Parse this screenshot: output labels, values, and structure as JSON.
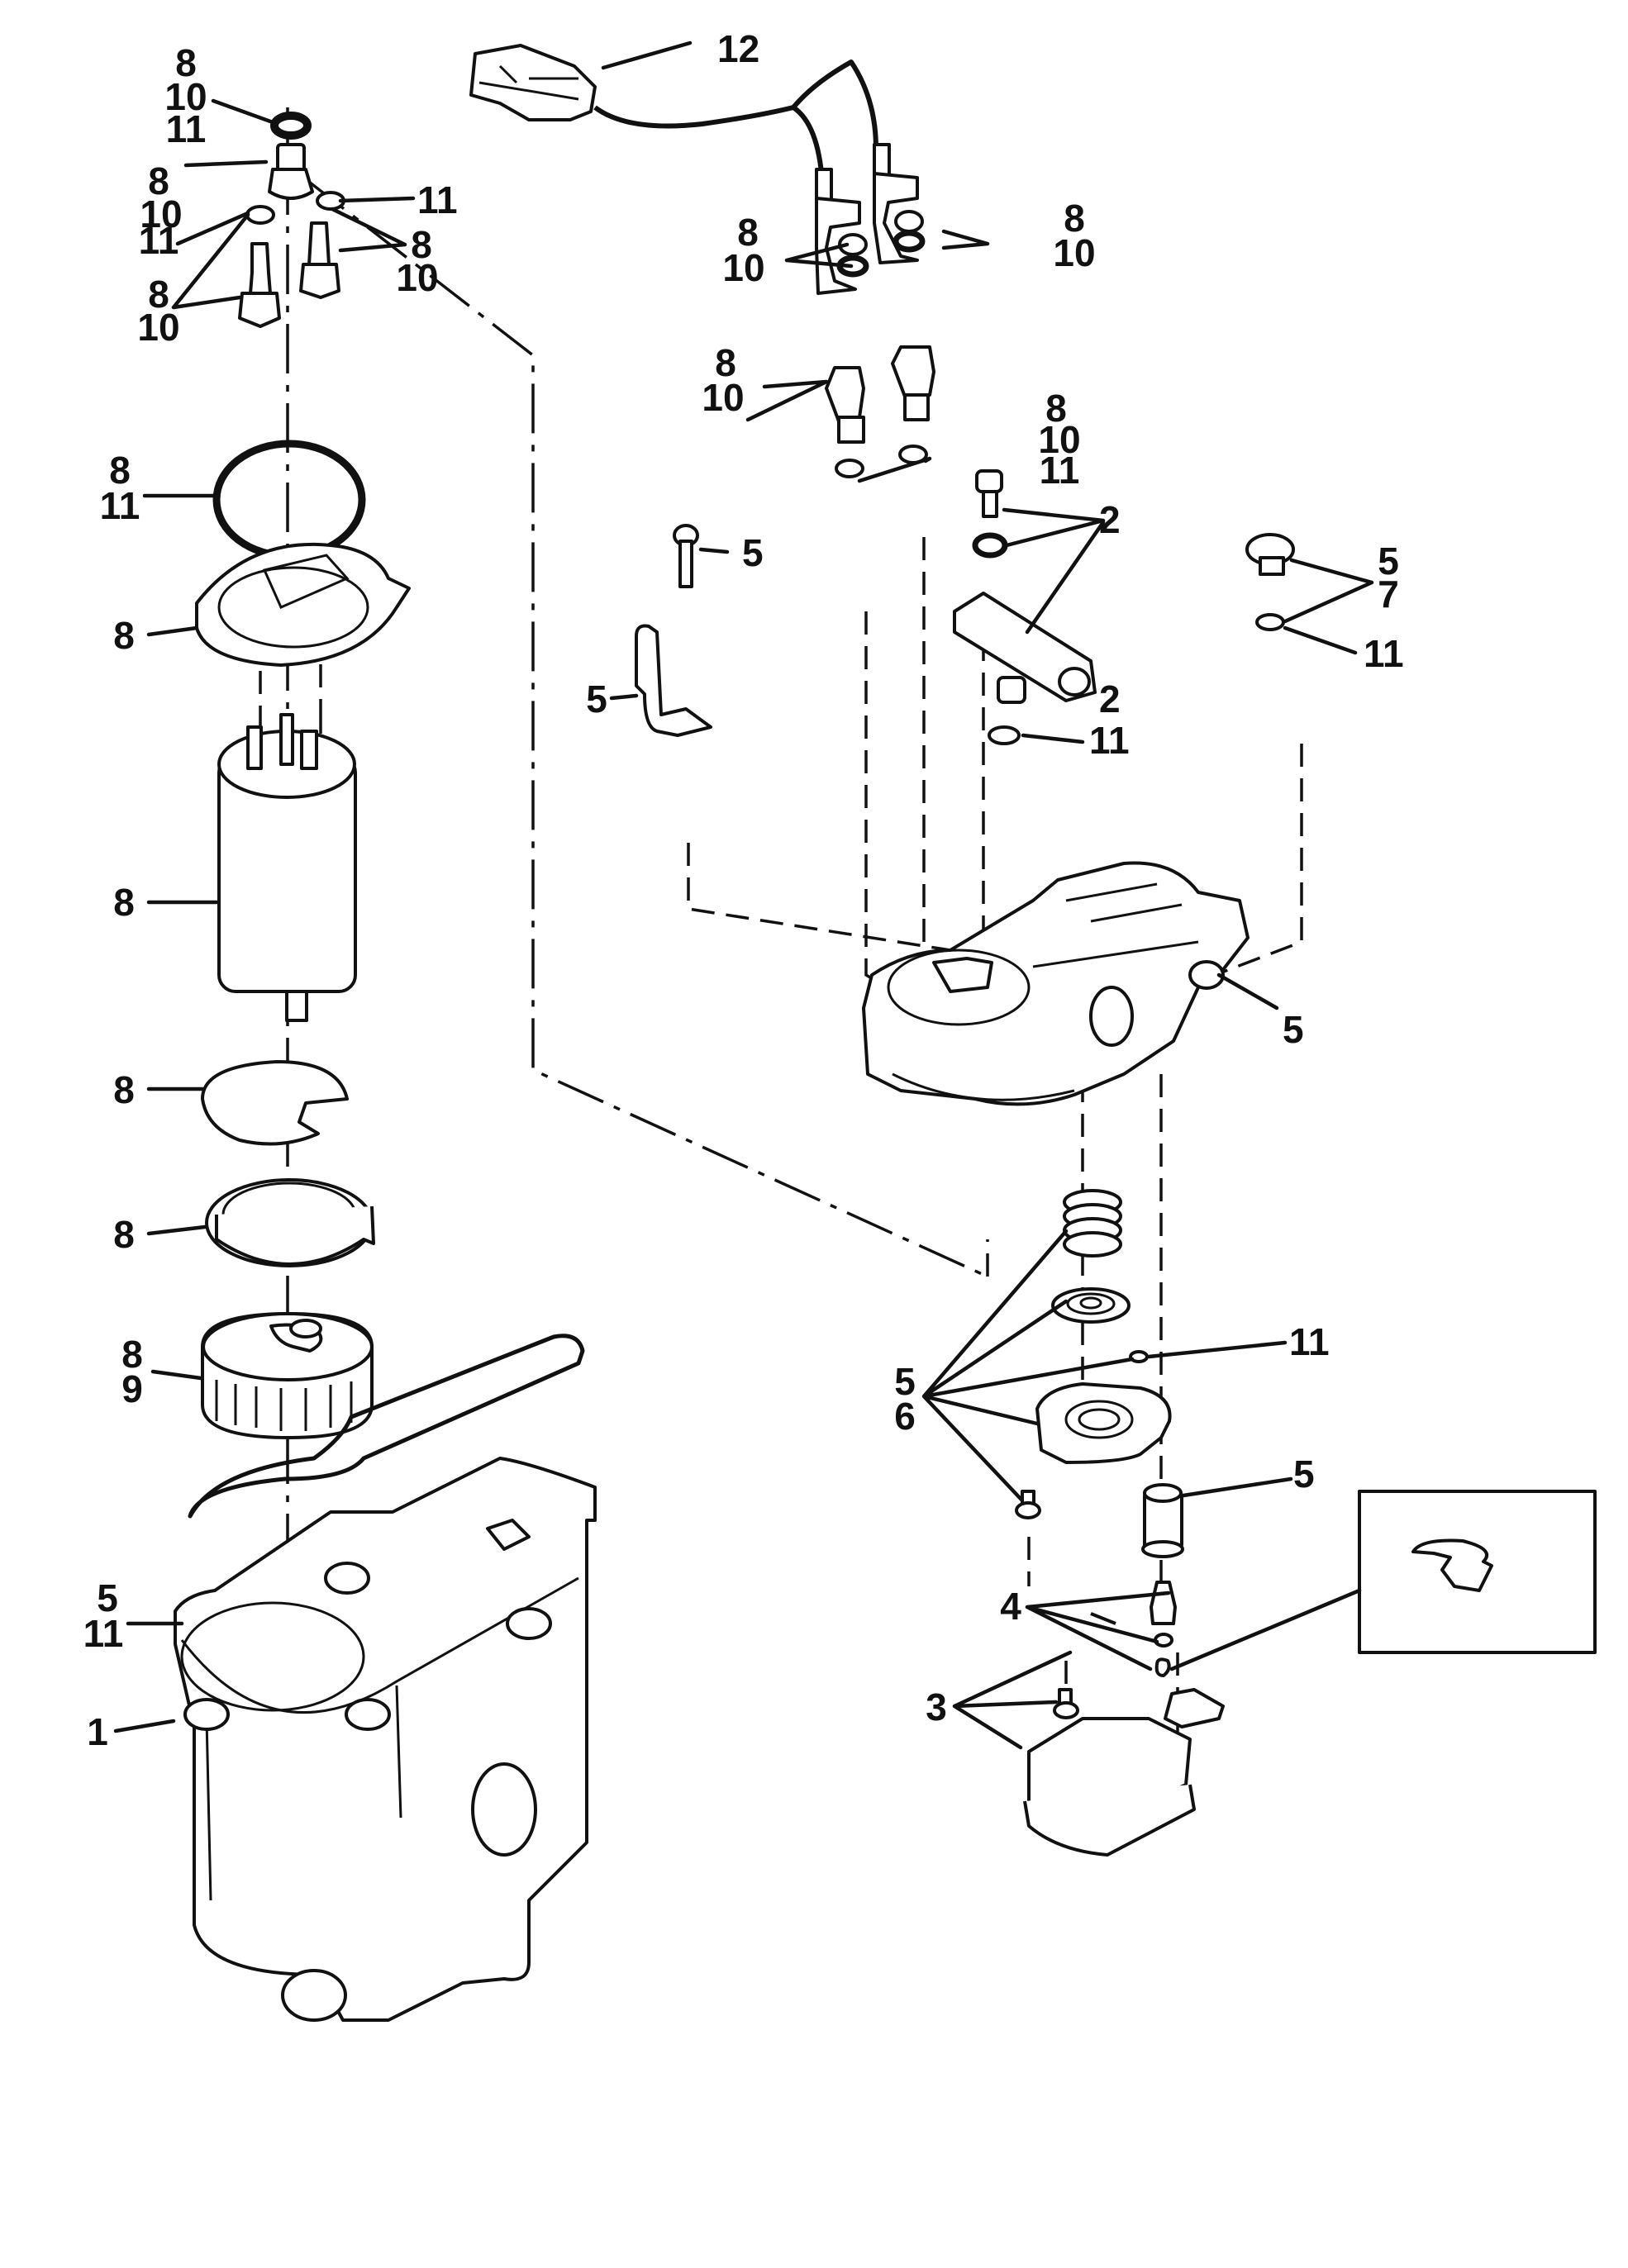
{
  "diagram": {
    "title": "Fuel pump / vapor separator exploded parts diagram",
    "callouts": [
      {
        "id": "c01",
        "lines": [
          "8",
          "10",
          "11"
        ]
      },
      {
        "id": "c02",
        "lines": [
          "8",
          "10"
        ]
      },
      {
        "id": "c03",
        "lines": [
          "11"
        ]
      },
      {
        "id": "c04",
        "lines": [
          "11"
        ]
      },
      {
        "id": "c05",
        "lines": [
          "8",
          "10"
        ]
      },
      {
        "id": "c06",
        "lines": [
          "8",
          "10"
        ]
      },
      {
        "id": "c07",
        "lines": [
          "8",
          "11"
        ]
      },
      {
        "id": "c08",
        "lines": [
          "8"
        ]
      },
      {
        "id": "c09",
        "lines": [
          "8"
        ]
      },
      {
        "id": "c10",
        "lines": [
          "8"
        ]
      },
      {
        "id": "c11",
        "lines": [
          "8"
        ]
      },
      {
        "id": "c12",
        "lines": [
          "8",
          "9"
        ]
      },
      {
        "id": "c13",
        "lines": [
          "5",
          "11"
        ]
      },
      {
        "id": "c14",
        "lines": [
          "1"
        ]
      },
      {
        "id": "c15",
        "lines": [
          "12"
        ]
      },
      {
        "id": "c16",
        "lines": [
          "8",
          "10"
        ]
      },
      {
        "id": "c17",
        "lines": [
          "8",
          "10"
        ]
      },
      {
        "id": "c18",
        "lines": [
          "8",
          "10"
        ]
      },
      {
        "id": "c19",
        "lines": [
          "8",
          "10",
          "11"
        ]
      },
      {
        "id": "c20",
        "lines": [
          "5"
        ]
      },
      {
        "id": "c21",
        "lines": [
          "2"
        ]
      },
      {
        "id": "c22",
        "lines": [
          "5",
          "7"
        ]
      },
      {
        "id": "c23",
        "lines": [
          "11"
        ]
      },
      {
        "id": "c24",
        "lines": [
          "5"
        ]
      },
      {
        "id": "c25",
        "lines": [
          "2"
        ]
      },
      {
        "id": "c26",
        "lines": [
          "11"
        ]
      },
      {
        "id": "c27",
        "lines": [
          "5"
        ]
      },
      {
        "id": "c28",
        "lines": [
          "5",
          "6"
        ]
      },
      {
        "id": "c29",
        "lines": [
          "11"
        ]
      },
      {
        "id": "c30",
        "lines": [
          "5"
        ]
      },
      {
        "id": "c31",
        "lines": [
          "4"
        ]
      },
      {
        "id": "c32",
        "lines": [
          "3"
        ]
      }
    ]
  }
}
